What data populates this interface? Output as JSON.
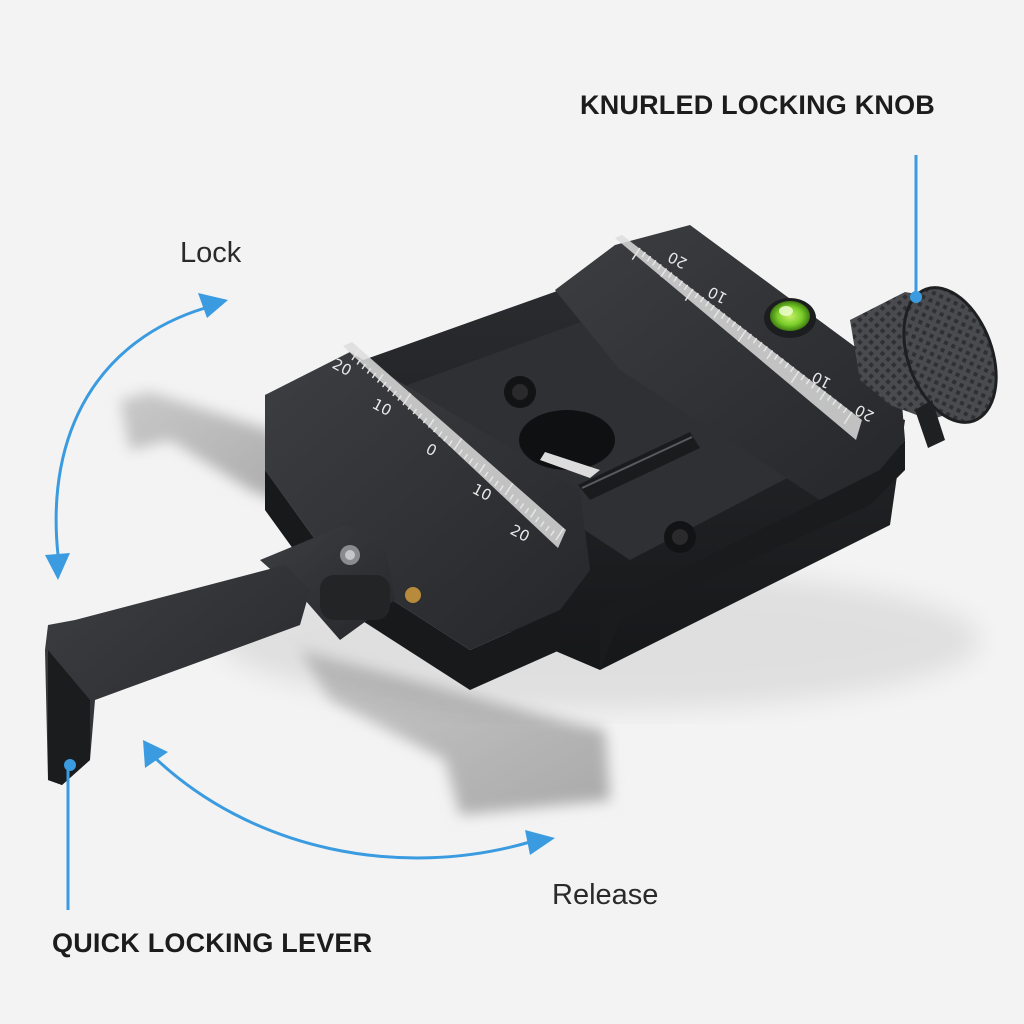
{
  "callouts": {
    "knob": "KNURLED LOCKING KNOB",
    "lever": "QUICK LOCKING LEVER"
  },
  "motion": {
    "lock": "Lock",
    "release": "Release"
  },
  "scales": {
    "front": [
      "20",
      "10",
      "0",
      "10",
      "20"
    ],
    "rear": [
      "20",
      "10",
      "10",
      "20"
    ]
  },
  "colors": {
    "background": "#f3f3f3",
    "accent_blue": "#3a9be0",
    "body": "#2c2d30",
    "bubble_level": "#7ccf2a"
  }
}
